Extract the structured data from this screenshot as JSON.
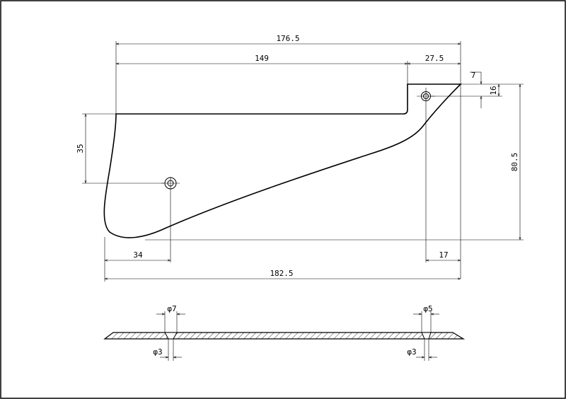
{
  "dimensions": {
    "overall_top_width": "176.5",
    "body_length": "149",
    "tab_width": "27.5",
    "tab_hole_offset": "7",
    "tab_height": "16",
    "total_height": "80.5",
    "body_height": "35",
    "left_hole_x": "34",
    "right_hole_x": "17",
    "overall_bottom_width": "182.5"
  },
  "section": {
    "left_counterbore": "φ7",
    "left_hole": "φ3",
    "right_counterbore": "φ5",
    "right_hole": "φ3"
  }
}
